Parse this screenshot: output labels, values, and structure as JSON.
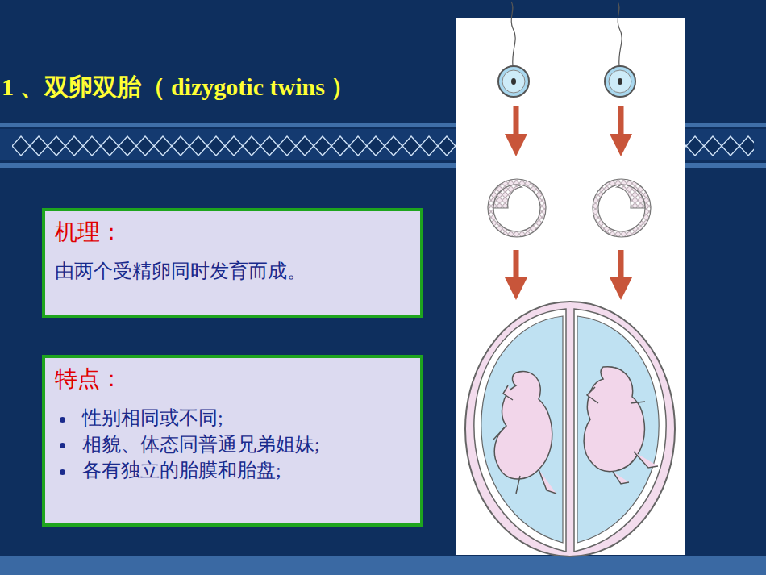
{
  "diagram": {
    "title": "1 、双卵双胎（ dizygotic twins ）",
    "nodes": [
      {
        "text": [
          "机理：",
          "由两个受精卵同时发育而成。"
        ]
      },
      {
        "text": [
          "特点：",
          "性别相同或不同;",
          "相貌、体态同普通兄弟姐妹;",
          "各有独立的胎膜和胎盘;"
        ]
      }
    ]
  }
}
